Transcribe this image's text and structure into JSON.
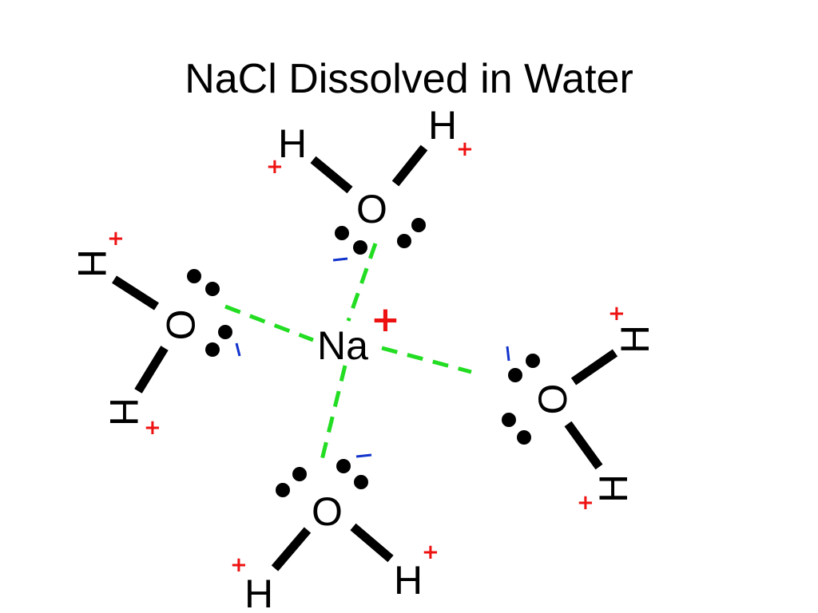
{
  "title": "NaCl Dissolved in Water",
  "labels": {
    "sodium": "Na",
    "oxygen": "O",
    "hydrogen": "H",
    "positive": "+"
  },
  "colors": {
    "ion_dipole": "#22dd22",
    "positive_charge": "#ee1111",
    "negative_charge": "#1133cc",
    "bond": "#000000"
  }
}
